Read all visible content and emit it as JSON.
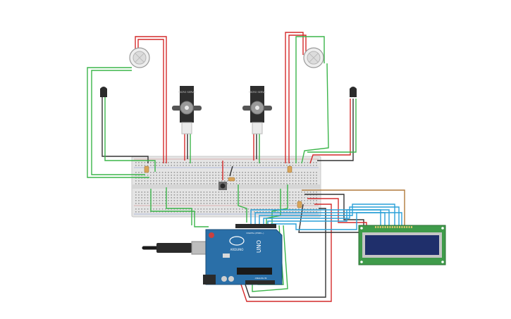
{
  "arduino": {
    "name": "Arduino UNO",
    "brand_text": "UNO",
    "logo_text": "ARDUINO",
    "digital_label": "DIGITAL (PWM~)",
    "analog_label": "ANALOG IN"
  },
  "servos": [
    {
      "id": "servo-left",
      "label": "MICRO SERVO"
    },
    {
      "id": "servo-right",
      "label": "MICRO SERVO"
    }
  ],
  "lcd": {
    "name": "LCD 16x2"
  },
  "colors": {
    "wire_red": "#d42a2a",
    "wire_black": "#333333",
    "wire_green": "#3bb54a",
    "wire_blue": "#2aa0d8",
    "wire_brown": "#b07a3b",
    "breadboard": "#e6e6e6",
    "arduino_board": "#2a6fa8",
    "lcd_pcb": "#3f9b4a",
    "lcd_screen": "#1f2f6b"
  },
  "icons": {
    "usb_cable": "usb-cable-icon",
    "gas_sensor": "gas-sensor-icon",
    "temp_sensor": "temperature-sensor-icon",
    "push_button": "push-button-icon",
    "resistor": "resistor-icon"
  }
}
